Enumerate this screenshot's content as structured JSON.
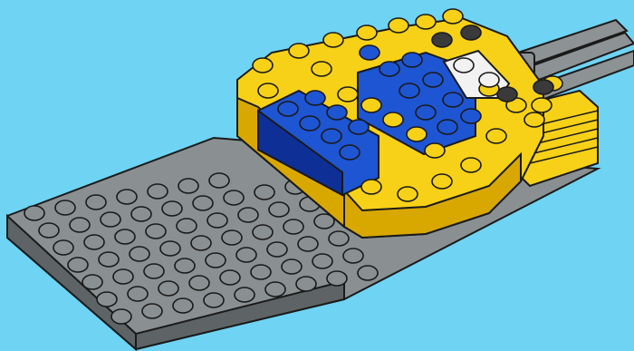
{
  "colors": {
    "background": "#6FD3F3",
    "plate_gray": "#8A9091",
    "plate_gray_dark": "#5E6465",
    "brick_yellow": "#F7D117",
    "brick_yellow_dark": "#D9A800",
    "brick_blue": "#1E55D2",
    "brick_blue_dark": "#0E2F96",
    "brick_white": "#F2F2F2",
    "axle_gray": "#8D9294",
    "outline": "#1A1A1A"
  },
  "scene": {
    "subject": "lego-build-step",
    "parts": [
      "gray-baseplate",
      "yellow-hull-plates",
      "blue-deck-plates",
      "white-1x2-plate",
      "gray-axle-connectors",
      "yellow-side-plates"
    ]
  }
}
